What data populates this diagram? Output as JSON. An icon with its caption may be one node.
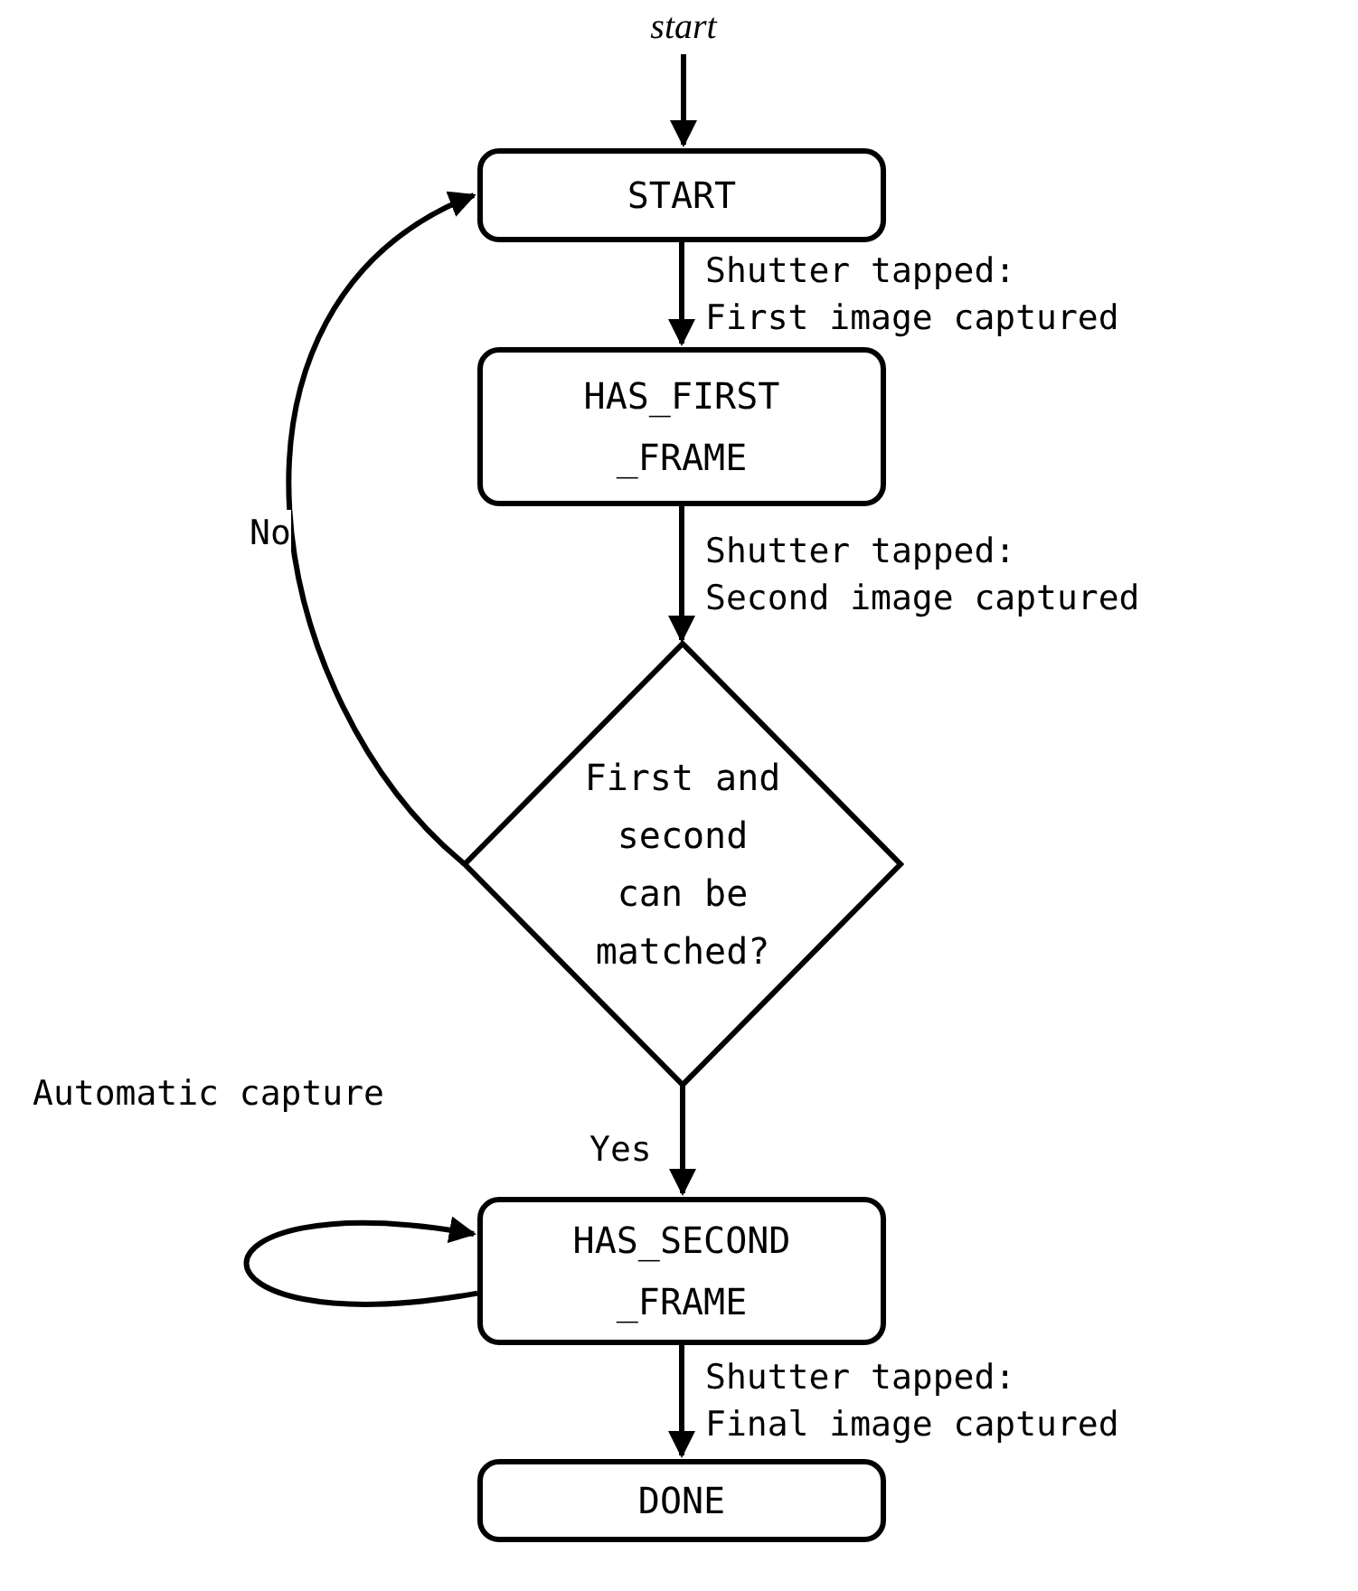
{
  "diagram": {
    "nodes": [
      {
        "text": [
          "start"
        ]
      },
      {
        "text": [
          "START"
        ]
      },
      {
        "text": [
          "HAS_FIRST _FRAME"
        ]
      },
      {
        "text": [
          "First and second can be matched?"
        ]
      },
      {
        "text": [
          "HAS_SECOND _FRAME"
        ]
      },
      {
        "text": [
          "DONE"
        ]
      }
    ],
    "edges": [
      {
        "from": 0,
        "to": 1,
        "arrow": "to"
      },
      {
        "from": 1,
        "to": 2,
        "arrow": "to",
        "label": "Shutter tapped: First image captured"
      },
      {
        "from": 2,
        "to": 3,
        "arrow": "to",
        "label": "Shutter tapped: Second image captured"
      },
      {
        "from": 3,
        "to": 1,
        "arrow": "to",
        "label": "No"
      },
      {
        "from": 3,
        "to": 4,
        "arrow": "to",
        "label": "Yes"
      },
      {
        "from": 4,
        "to": 4,
        "arrow": "to",
        "label": "Automatic capture"
      },
      {
        "from": 4,
        "to": 5,
        "arrow": "to",
        "label": "Shutter tapped: Final image captured"
      }
    ]
  }
}
